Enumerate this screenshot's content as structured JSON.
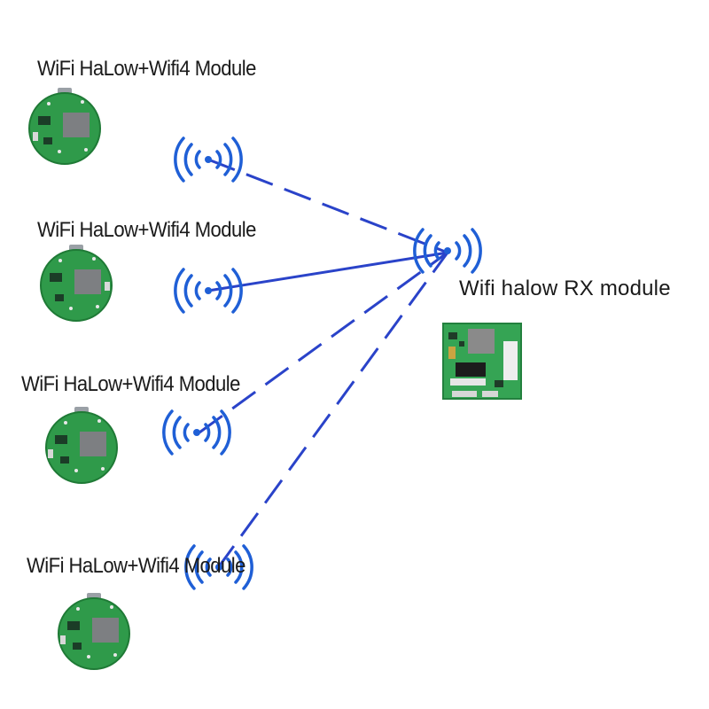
{
  "transmitters": [
    {
      "label": "WiFi HaLow+Wifi4 Module"
    },
    {
      "label": "WiFi HaLow+Wifi4 Module"
    },
    {
      "label": "WiFi HaLow+Wifi4 Module"
    },
    {
      "label": "WiFi HaLow+Wifi4 Module"
    }
  ],
  "receiver": {
    "label": "Wifi halow RX module"
  },
  "colors": {
    "link": "#2a43c9",
    "wave": "#1f5fd6",
    "pcb": "#2f9a4a",
    "pcb_dark": "#1f7a36",
    "chip": "#8a8a8a",
    "text": "#1a1a1a"
  },
  "icons": [
    "wifi-antenna-icon",
    "round-pcb-module",
    "square-pcb-module"
  ]
}
